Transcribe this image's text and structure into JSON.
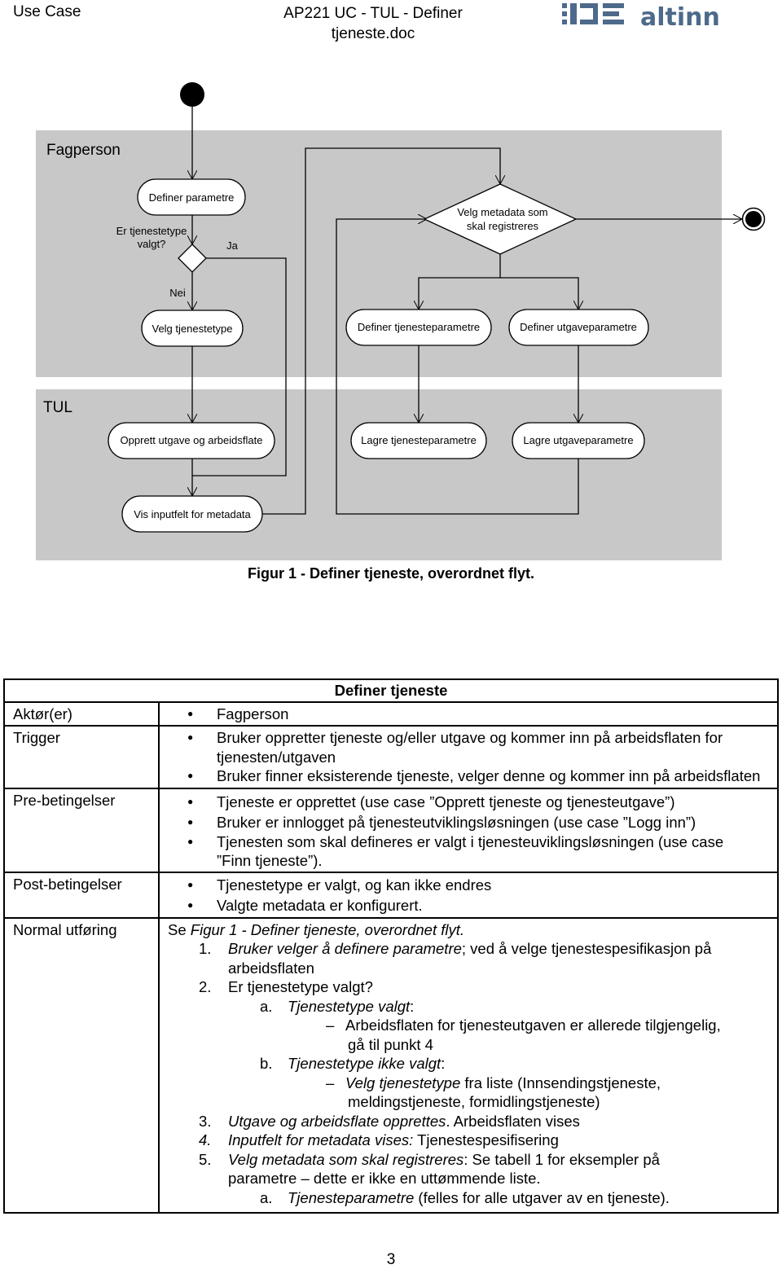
{
  "header": {
    "left": "Use Case",
    "doc_title_line1": "AP221 UC - TUL - Definer",
    "doc_title_line2": "tjeneste.doc",
    "logo_text": "altinn"
  },
  "diagram": {
    "lane1_label": "Fagperson",
    "lane2_label": "TUL",
    "nodes": {
      "definer_parametre": "Definer parametre",
      "er_tjenestetype_1": "Er tjenestetype",
      "er_tjenestetype_2": "valgt?",
      "ja": "Ja",
      "nei": "Nei",
      "velg_metadata_1": "Velg metadata som",
      "velg_metadata_2": "skal registreres",
      "velg_tjenestetype": "Velg tjenestetype",
      "definer_tjenesteparametre": "Definer tjenesteparametre",
      "definer_utgaveparametre": "Definer utgaveparametre",
      "opprett_utgave": "Opprett utgave og arbeidsflate",
      "lagre_tjenesteparametre": "Lagre tjenesteparametre",
      "lagre_utgaveparametre": "Lagre utgaveparametre",
      "vis_inputfelt": "Vis inputfelt for metadata"
    }
  },
  "caption": "Figur 1 - Definer tjeneste, overordnet flyt.",
  "table": {
    "title": "Definer tjeneste",
    "actor_label": "Aktør(er)",
    "actor_items": [
      "Fagperson"
    ],
    "trigger_label": "Trigger",
    "trigger_items": [
      "Bruker oppretter tjeneste og/eller utgave og kommer inn på arbeidsflaten for tjenesten/utgaven",
      "Bruker finner eksisterende tjeneste, velger denne og kommer inn på arbeidsflaten"
    ],
    "pre_label": "Pre-betingelser",
    "pre_items": [
      "Tjeneste er opprettet (use case ”Opprett tjeneste og tjenesteutgave”)",
      "Bruker er innlogget på tjenesteutviklingsløsningen (use case ”Logg inn”)",
      "Tjenesten som skal defineres er valgt i tjenesteuviklingsløsningen (use case ”Finn tjeneste”)."
    ],
    "post_label": "Post-betingelser",
    "post_items": [
      "Tjenestetype er valgt, og kan ikke endres",
      "Valgte metadata er konfigurert."
    ],
    "normal_label": "Normal utføring",
    "normal": {
      "intro_prefix": "Se ",
      "intro_ref": "Figur 1 - Definer tjeneste, overordnet flyt.",
      "s1_num": "1.",
      "s1_it": "Bruker velger å definere parametre",
      "s1_rest1": "; ved å velge tjenestespesifikasjon på",
      "s1_rest2": "arbeidsflaten",
      "s2_num": "2.",
      "s2_text": "Er tjenestetype valgt?",
      "s2a_num": "a.",
      "s2a_it": "Tjenestetype valgt",
      "s2a_colon": ":",
      "s2a_d1": "Arbeidsflaten for tjenesteutgaven er allerede tilgjengelig,",
      "s2a_d2": "gå til punkt 4",
      "s2b_num": "b.",
      "s2b_it": "Tjenestetype ikke valgt",
      "s2b_colon": ":",
      "s2b_d_it": "Velg tjenestetype",
      "s2b_d1": " fra liste (Innsendingstjeneste,",
      "s2b_d2": "meldingstjeneste, formidlingstjeneste)",
      "s3_num": "3.",
      "s3_it": "Utgave og arbeidsflate opprettes",
      "s3_rest": ". Arbeidsflaten vises",
      "s4_num": "4.",
      "s4_it": "Inputfelt for metadata vises:",
      "s4_rest": " Tjenestespesifisering",
      "s5_num": "5.",
      "s5_it": "Velg metadata som skal registreres",
      "s5_rest1": ": Se tabell 1 for eksempler på",
      "s5_rest2": "parametre – dette er ikke en uttømmende liste.",
      "s5a_num": "a.",
      "s5a_it": "Tjenesteparametre",
      "s5a_rest": " (felles for alle utgaver av en tjeneste)."
    }
  },
  "page_number": "3",
  "colors": {
    "lane_fill": "#c8c8c8",
    "line": "#000000",
    "logo": "#4d6a8a"
  }
}
